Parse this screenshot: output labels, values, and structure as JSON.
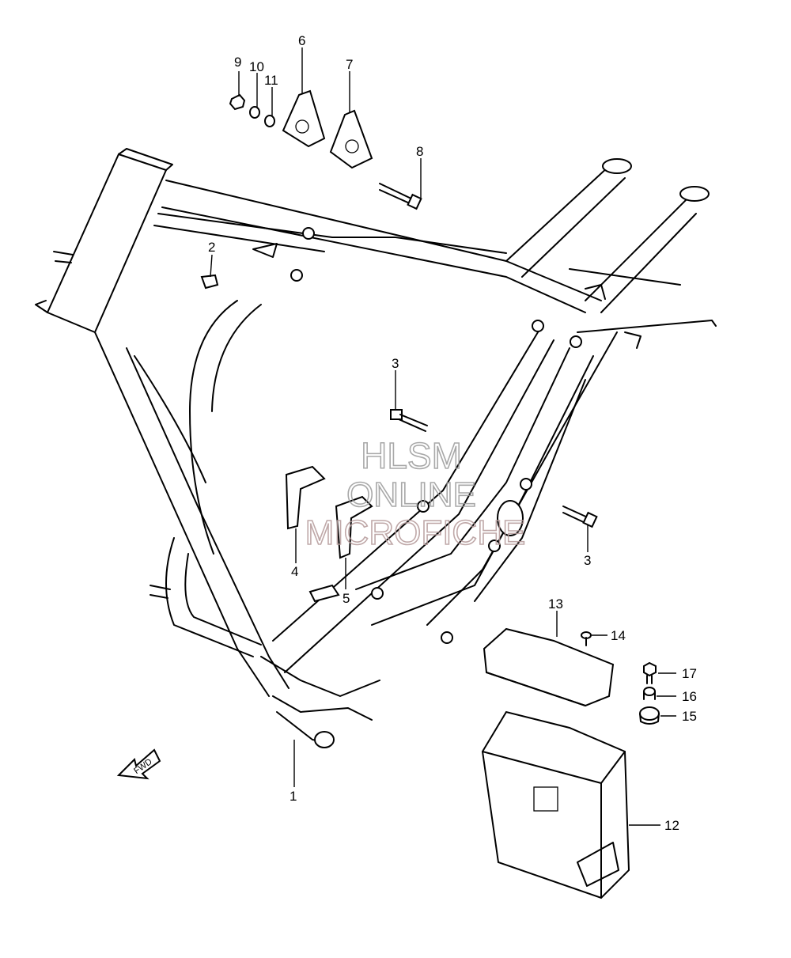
{
  "callouts": [
    {
      "id": "c1",
      "label": "1"
    },
    {
      "id": "c2",
      "label": "2"
    },
    {
      "id": "c3a",
      "label": "3"
    },
    {
      "id": "c3b",
      "label": "3"
    },
    {
      "id": "c4",
      "label": "4"
    },
    {
      "id": "c5",
      "label": "5"
    },
    {
      "id": "c6",
      "label": "6"
    },
    {
      "id": "c7",
      "label": "7"
    },
    {
      "id": "c8",
      "label": "8"
    },
    {
      "id": "c9",
      "label": "9"
    },
    {
      "id": "c10",
      "label": "10"
    },
    {
      "id": "c11",
      "label": "11"
    },
    {
      "id": "c12",
      "label": "12"
    },
    {
      "id": "c13",
      "label": "13"
    },
    {
      "id": "c14",
      "label": "14"
    },
    {
      "id": "c15",
      "label": "15"
    },
    {
      "id": "c16",
      "label": "16"
    },
    {
      "id": "c17",
      "label": "17"
    }
  ],
  "watermark": {
    "line1": "HLSM",
    "line2": "ONLINE",
    "line3": "MICROFICHE"
  },
  "direction_marker": {
    "label": "FWD",
    "icon": "forward-arrow-icon"
  }
}
